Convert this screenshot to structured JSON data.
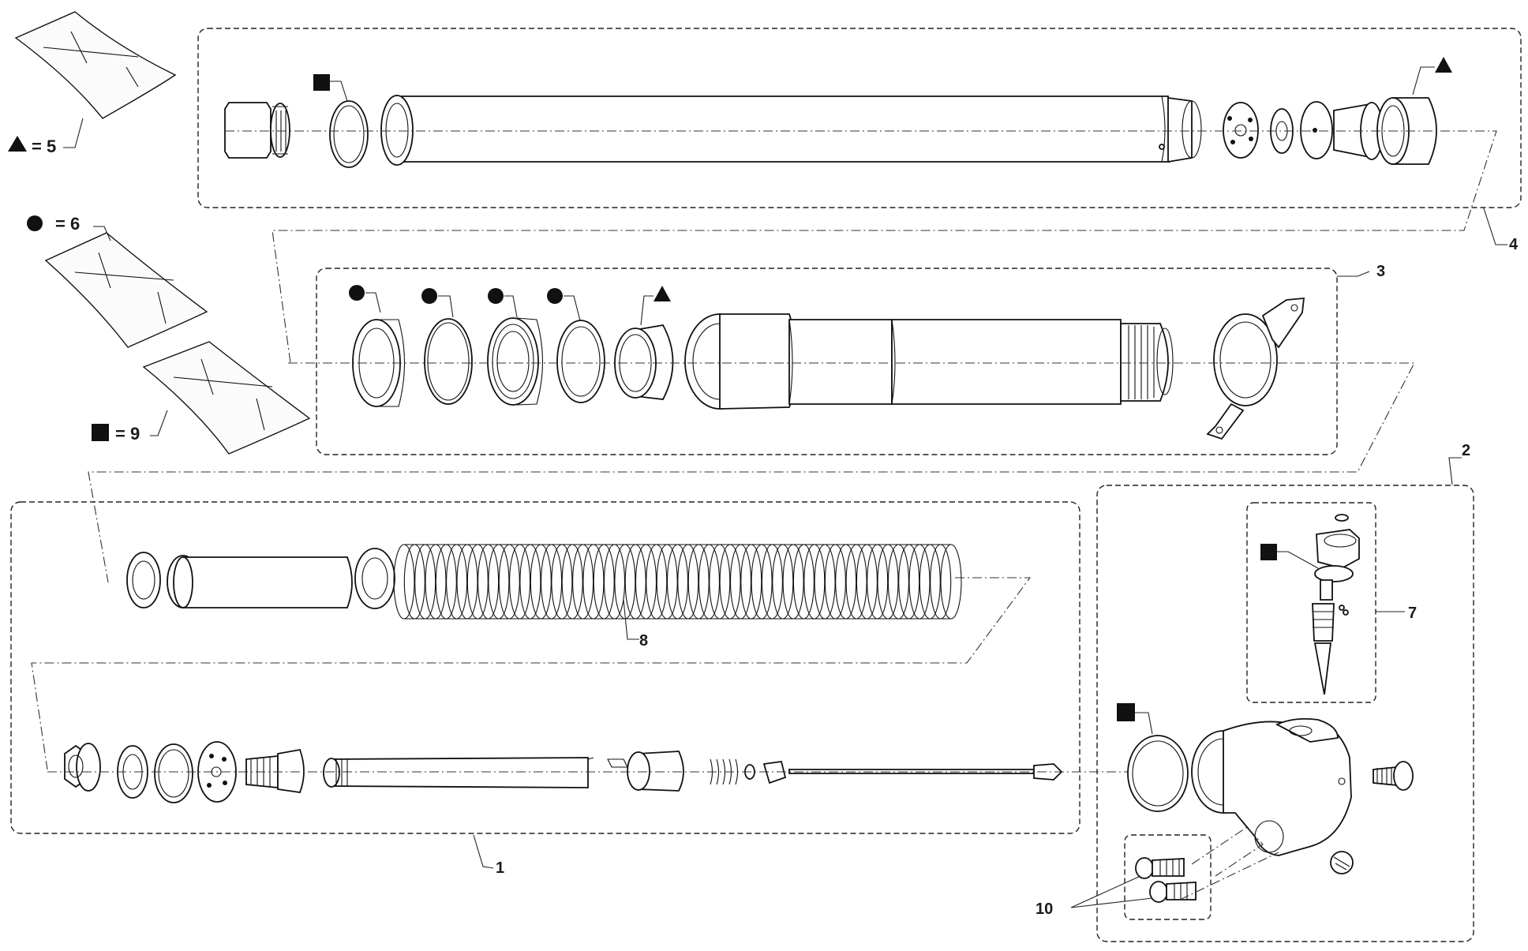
{
  "legend": {
    "triangle": {
      "symbol": "triangle",
      "text": "= 5"
    },
    "circle": {
      "symbol": "circle",
      "text": "= 6"
    },
    "square": {
      "symbol": "square",
      "text": "= 9"
    }
  },
  "callouts": {
    "c1": "1",
    "c2": "2",
    "c3": "3",
    "c4": "4",
    "c7": "7",
    "c8": "8",
    "c10": "10"
  },
  "colors": {
    "line": "#111111",
    "background": "#ffffff"
  }
}
